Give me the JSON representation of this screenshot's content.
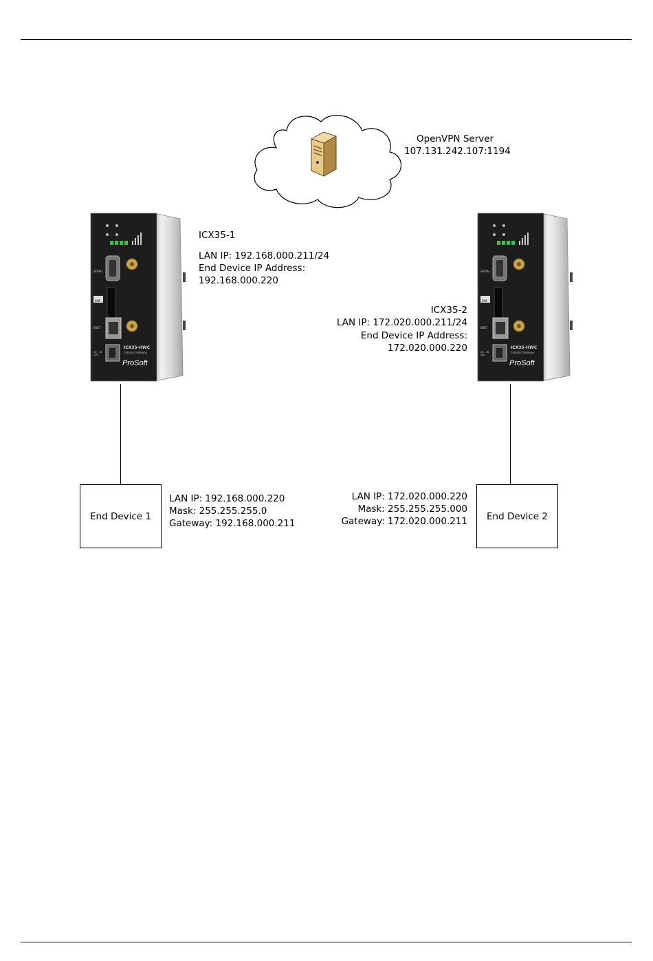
{
  "cloud": {
    "label_line1": "OpenVPN Server",
    "label_line2": "107.131.242.107:1194"
  },
  "gateway1": {
    "name": "ICX35-1",
    "lan_ip": "LAN IP: 192.168.000.211/24",
    "end_device_label": "End Device IP Address:",
    "end_device_ip": "192.168.000.220",
    "panel": {
      "model": "ICX35-HWC",
      "subtitle": "Cellular Gateway",
      "brand": "ProSoft",
      "serial": "SERIAL",
      "sim": "SIM",
      "enet": "ENET",
      "vdc": "10 - 36 VDC"
    }
  },
  "gateway2": {
    "name": "ICX35-2",
    "lan_ip": "LAN IP: 172.020.000.211/24",
    "end_device_label": "End Device IP Address:",
    "end_device_ip": "172.020.000.220",
    "panel": {
      "model": "ICX35-HWC",
      "subtitle": "Cellular Gateway",
      "brand": "ProSoft",
      "serial": "SERIAL",
      "sim": "SIM",
      "enet": "ENET",
      "vdc": "10 - 36 VDC"
    }
  },
  "end_device1": {
    "label": "End Device 1",
    "lan_ip": "LAN IP: 192.168.000.220",
    "mask": "Mask: 255.255.255.0",
    "gateway": "Gateway: 192.168.000.211"
  },
  "end_device2": {
    "label": "End Device 2",
    "lan_ip": "LAN IP: 172.020.000.220",
    "mask": "Mask: 255.255.255.000",
    "gateway": "Gateway: 172.020.000.211"
  }
}
